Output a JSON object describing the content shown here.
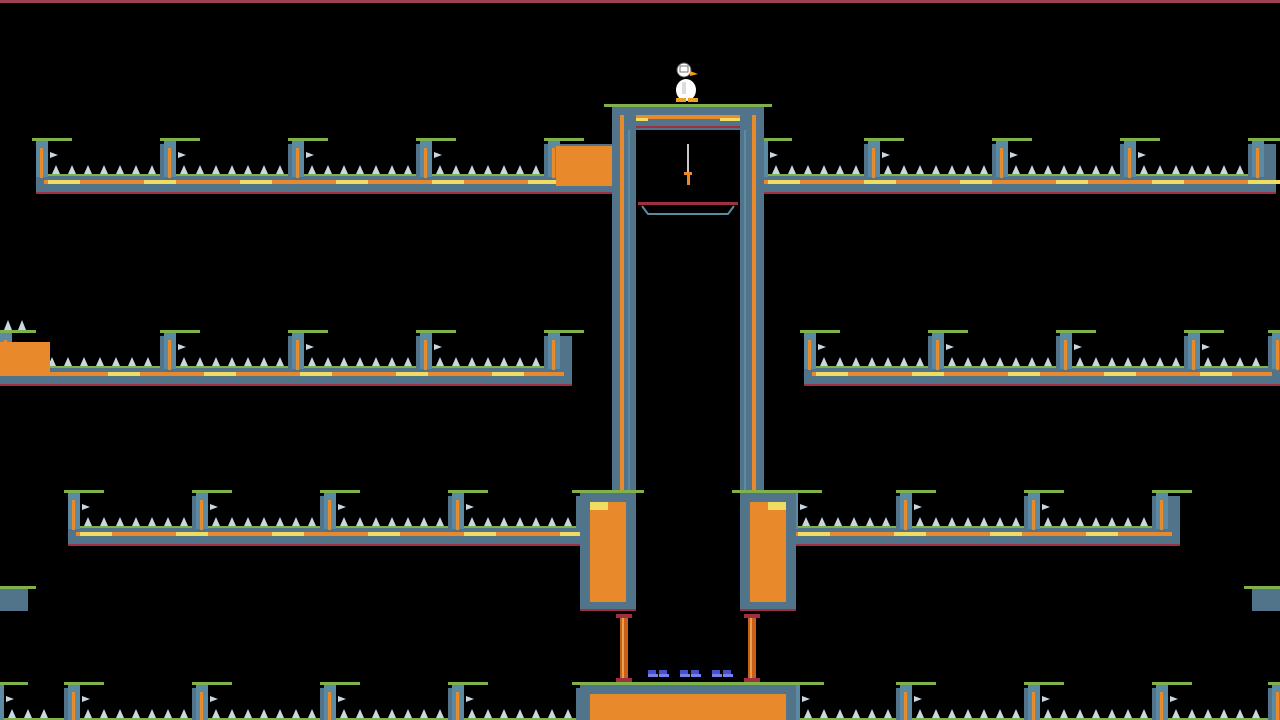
{
  "scene": {
    "name": "spike-tower-level",
    "colors": {
      "background": "#000000",
      "grass": "#7fb24a",
      "wall": "#52748a",
      "wall_shadow": "#3a5468",
      "wall_light": "#5d8aa3",
      "fill": "#e8892c",
      "highlight": "#f0dc60",
      "edge_red": "#a03040",
      "spike": "#c8d8e0",
      "duck_body": "#ffffff",
      "duck_beak": "#f0a020",
      "pillar": "#c8601c",
      "sword_blade": "#c8c8c8",
      "sword_hilt": "#e8892c",
      "shoes": "#4a50c8"
    },
    "entities": {
      "player": "duck-player",
      "weapon": "sword-pickup",
      "items": [
        "shoes-pickup",
        "shoes-pickup",
        "shoes-pickup"
      ]
    }
  }
}
